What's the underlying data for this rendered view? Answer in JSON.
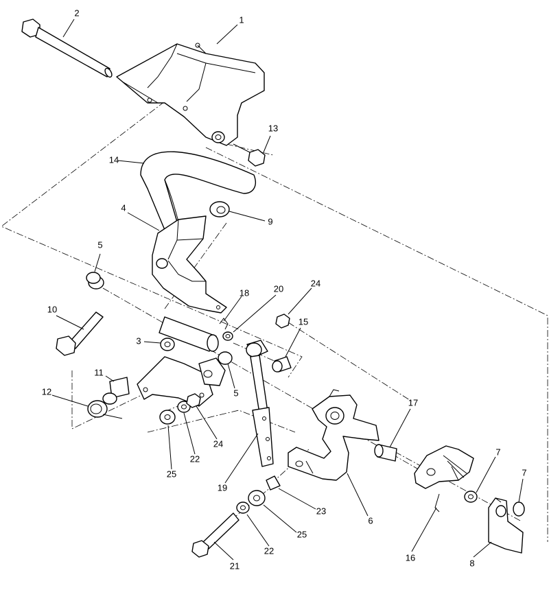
{
  "diagram": {
    "callouts": [
      {
        "id": "c1",
        "text": "1"
      },
      {
        "id": "c2",
        "text": "2"
      },
      {
        "id": "c3",
        "text": "3"
      },
      {
        "id": "c4",
        "text": "4"
      },
      {
        "id": "c5a",
        "text": "5"
      },
      {
        "id": "c5b",
        "text": "5"
      },
      {
        "id": "c6",
        "text": "6"
      },
      {
        "id": "c7a",
        "text": "7"
      },
      {
        "id": "c7b",
        "text": "7"
      },
      {
        "id": "c8",
        "text": "8"
      },
      {
        "id": "c9",
        "text": "9"
      },
      {
        "id": "c10",
        "text": "10"
      },
      {
        "id": "c11",
        "text": "11"
      },
      {
        "id": "c12",
        "text": "12"
      },
      {
        "id": "c13",
        "text": "13"
      },
      {
        "id": "c14",
        "text": "14"
      },
      {
        "id": "c15",
        "text": "15"
      },
      {
        "id": "c16",
        "text": "16"
      },
      {
        "id": "c17",
        "text": "17"
      },
      {
        "id": "c18",
        "text": "18"
      },
      {
        "id": "c19",
        "text": "19"
      },
      {
        "id": "c20",
        "text": "20"
      },
      {
        "id": "c21",
        "text": "21"
      },
      {
        "id": "c22a",
        "text": "22"
      },
      {
        "id": "c22b",
        "text": "22"
      },
      {
        "id": "c23",
        "text": "23"
      },
      {
        "id": "c24a",
        "text": "24"
      },
      {
        "id": "c24b",
        "text": "24"
      },
      {
        "id": "c25a",
        "text": "25"
      },
      {
        "id": "c25b",
        "text": "25"
      }
    ]
  }
}
